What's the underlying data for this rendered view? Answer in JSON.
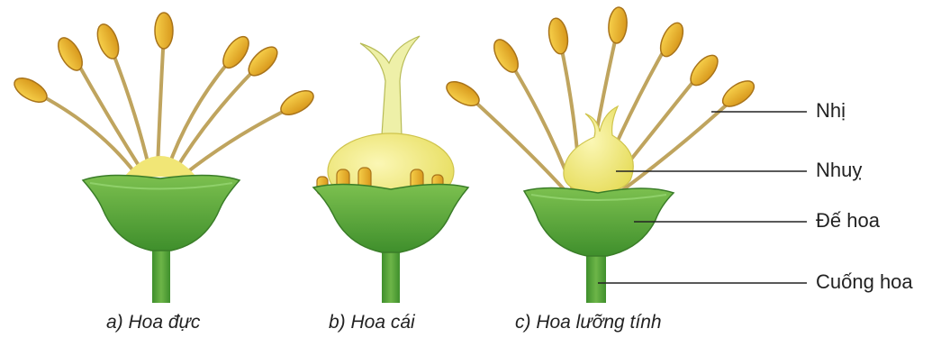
{
  "captions": {
    "male": "a) Hoa đực",
    "female": "b) Hoa cái",
    "bisexual": "c) Hoa lưỡng tính"
  },
  "labels": {
    "stamen": "Nhị",
    "pistil": "Nhuỵ",
    "receptacle": "Đế hoa",
    "pedicel": "Cuống hoa"
  },
  "colors": {
    "anther": "#e9b32c",
    "filament": "#c9b26a",
    "receptacle": "#5aa83a",
    "pistil": "#f1ec7e"
  }
}
